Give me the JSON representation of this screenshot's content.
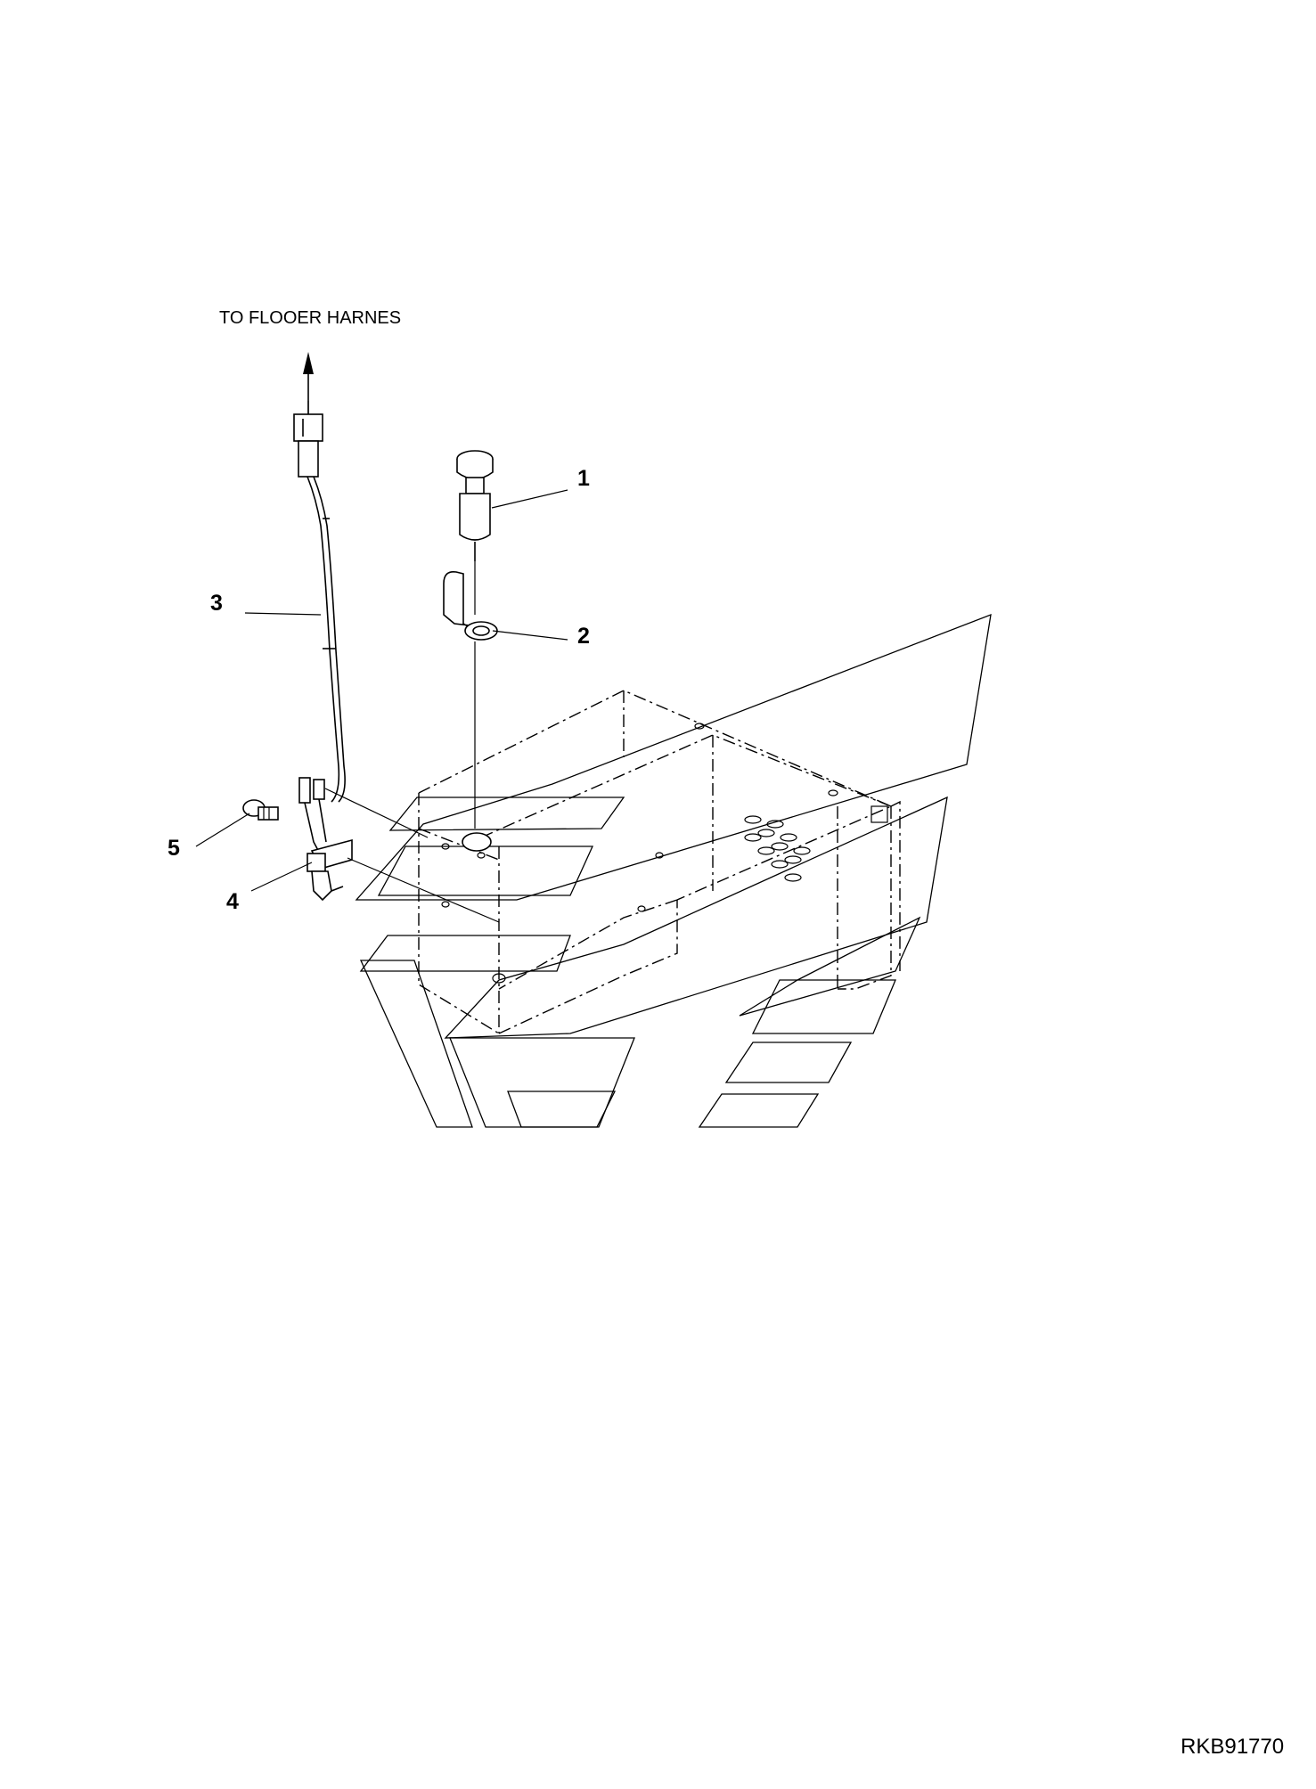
{
  "diagram": {
    "note": "TO FLOOER HARNES",
    "drawing_code": "RKB91770",
    "callouts": [
      {
        "id": "1",
        "label": "1"
      },
      {
        "id": "2",
        "label": "2"
      },
      {
        "id": "3",
        "label": "3"
      },
      {
        "id": "4",
        "label": "4"
      },
      {
        "id": "5",
        "label": "5"
      }
    ]
  }
}
